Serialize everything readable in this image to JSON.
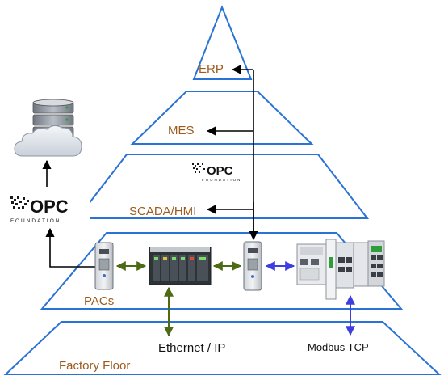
{
  "levels": {
    "erp": "ERP",
    "mes": "MES",
    "scada": "SCADA/HMI",
    "pacs": "PACs",
    "factory": "Factory Floor"
  },
  "protocols": {
    "ethernet": "Ethernet / IP",
    "modbus": "Modbus TCP"
  },
  "opc_logo": {
    "mark": "OPC",
    "foundation": "FOUNDATION"
  },
  "icons": [
    "database-server-icon",
    "cloud-icon",
    "opc-foundation-logo",
    "plc-rack-icon",
    "gateway-module-icon",
    "controller-module-icon"
  ],
  "colors": {
    "tier_outline": "#2a73d6",
    "level_label": "#9c5a1c",
    "ethernet_arrow": "#4d6a14",
    "modbus_arrow": "#3e3ee0",
    "flow_arrow": "#000000"
  }
}
